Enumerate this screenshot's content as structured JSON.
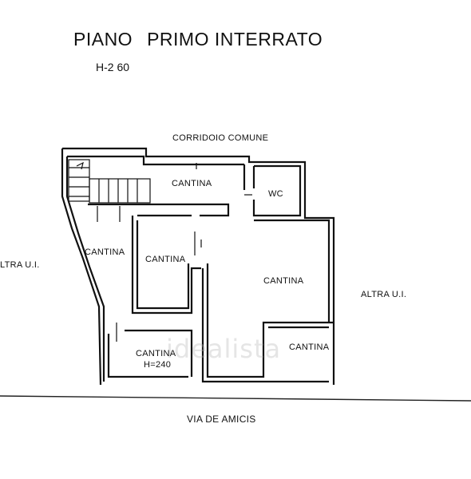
{
  "title": {
    "word1": "PIANO",
    "word2": "PRIMO INTERRATO"
  },
  "height_note": "H-2 60",
  "labels": {
    "corridor": "CORRIDOIO COMUNE",
    "cantina_top": "CANTINA",
    "wc": "WC",
    "cantina_left": "CANTINA",
    "cantina_center_left": "CANTINA",
    "cantina_center": "CANTINA",
    "cantina_bottom_left": "CANTINA",
    "cantina_bottom_left_height": "H=240",
    "cantina_bottom_right": "CANTINA",
    "other_unit_left": "LTRA U.I.",
    "other_unit_right": "ALTRA U.I.",
    "street": "VIA DE AMICIS"
  },
  "watermark": "idealista"
}
